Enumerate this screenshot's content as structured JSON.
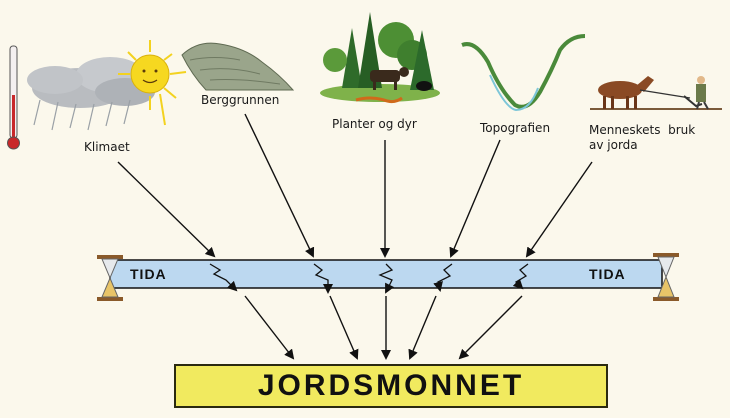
{
  "factors": {
    "klimaet": "Klimaet",
    "berggrunnen": "Berggrunnen",
    "planter": "Planter og dyr",
    "topografien": "Topografien",
    "bruk": "Menneskets  bruk\nav jorda"
  },
  "time_bar": {
    "left_label": "TIDA",
    "right_label": "TIDA",
    "color": "#bcd8f0"
  },
  "result": {
    "label": "JORDSMONNET",
    "color": "#f1ea5f"
  },
  "icons": [
    "thermometer-icon",
    "rain-cloud-icon",
    "sun-icon",
    "bedrock-icon",
    "forest-animals-icon",
    "valley-icon",
    "plowing-horse-icon",
    "hourglass-icon"
  ]
}
